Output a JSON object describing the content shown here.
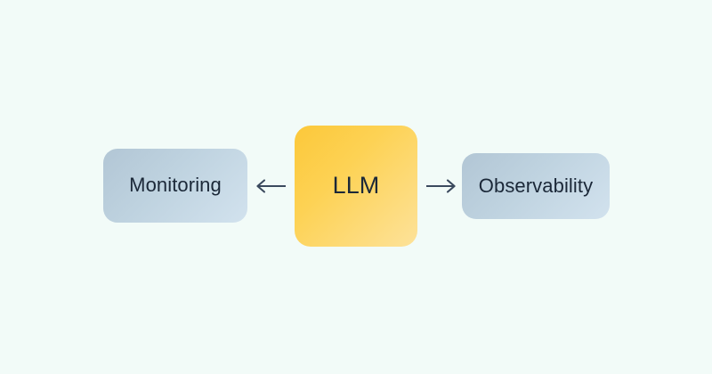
{
  "diagram": {
    "background_color": "#f2fbf8",
    "nodes": [
      {
        "id": "monitoring",
        "label": "Monitoring",
        "kind": "side",
        "fill_start": "#b2c6d5",
        "fill_end": "#d2e2ee",
        "text_color": "#1b2838"
      },
      {
        "id": "llm",
        "label": "LLM",
        "kind": "center",
        "fill_start": "#fcc83a",
        "fill_end": "#fde29a",
        "text_color": "#1b2838"
      },
      {
        "id": "observability",
        "label": "Observability",
        "kind": "side",
        "fill_start": "#b2c6d5",
        "fill_end": "#d2e2ee",
        "text_color": "#1b2838"
      }
    ],
    "edges": [
      {
        "id": "llm-to-monitoring",
        "from": "llm",
        "to": "monitoring",
        "direction": "left",
        "glyph": "←",
        "label": "",
        "color": "#3b4a5e"
      },
      {
        "id": "llm-to-observability",
        "from": "llm",
        "to": "observability",
        "direction": "right",
        "glyph": "→",
        "label": "",
        "color": "#3b4a5e"
      }
    ]
  }
}
